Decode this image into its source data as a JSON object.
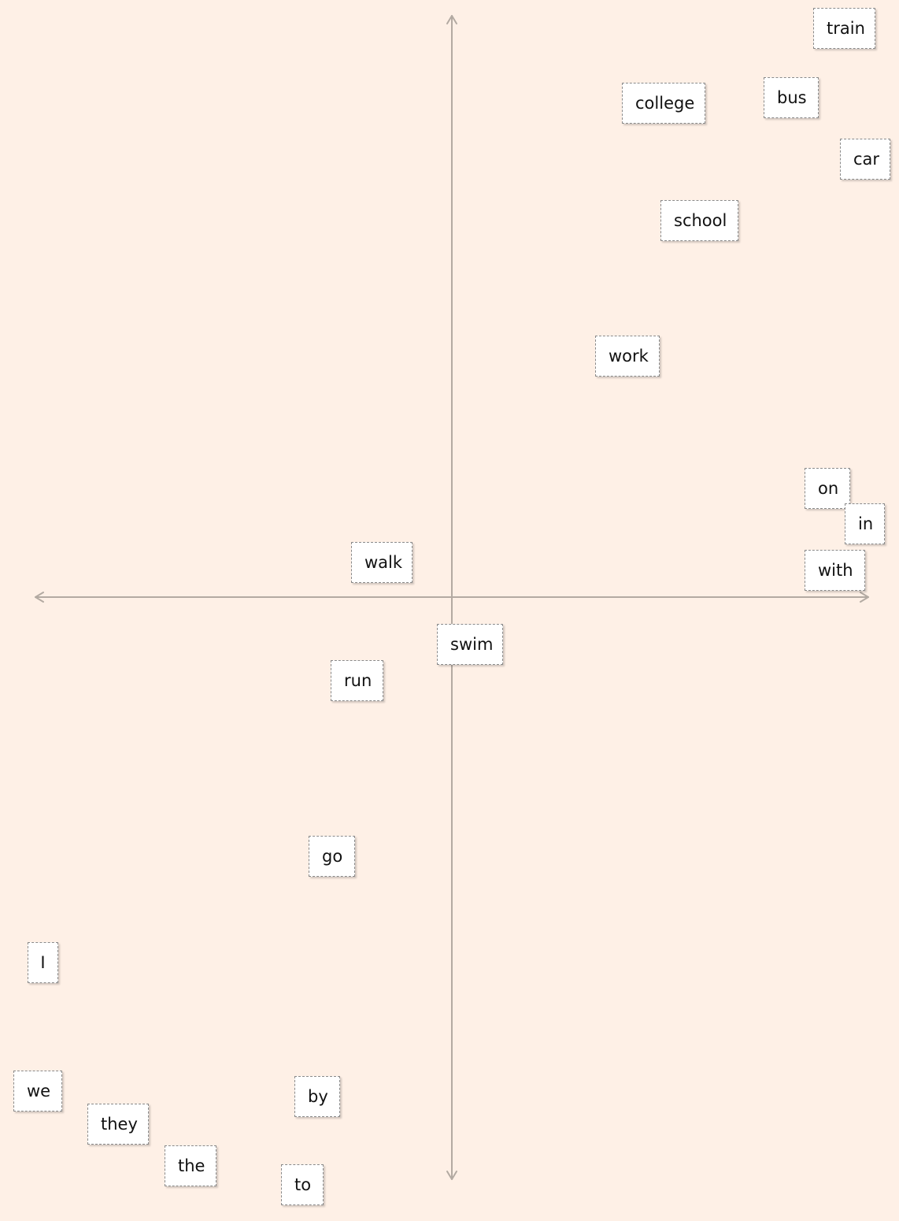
{
  "colors": {
    "background": "#fef0e6",
    "axis": "#b3aaa2",
    "card": "#ffffff",
    "card_border": "#8a8a8a"
  },
  "cards": [
    {
      "id": "train",
      "label": "train"
    },
    {
      "id": "college",
      "label": "college"
    },
    {
      "id": "bus",
      "label": "bus"
    },
    {
      "id": "car",
      "label": "car"
    },
    {
      "id": "school",
      "label": "school"
    },
    {
      "id": "work",
      "label": "work"
    },
    {
      "id": "on",
      "label": "on"
    },
    {
      "id": "in",
      "label": "in"
    },
    {
      "id": "with",
      "label": "with"
    },
    {
      "id": "walk",
      "label": "walk"
    },
    {
      "id": "swim",
      "label": "swim"
    },
    {
      "id": "run",
      "label": "run"
    },
    {
      "id": "go",
      "label": "go"
    },
    {
      "id": "i",
      "label": "I"
    },
    {
      "id": "we",
      "label": "we"
    },
    {
      "id": "by",
      "label": "by"
    },
    {
      "id": "they",
      "label": "they"
    },
    {
      "id": "the",
      "label": "the"
    },
    {
      "id": "to",
      "label": "to"
    }
  ]
}
